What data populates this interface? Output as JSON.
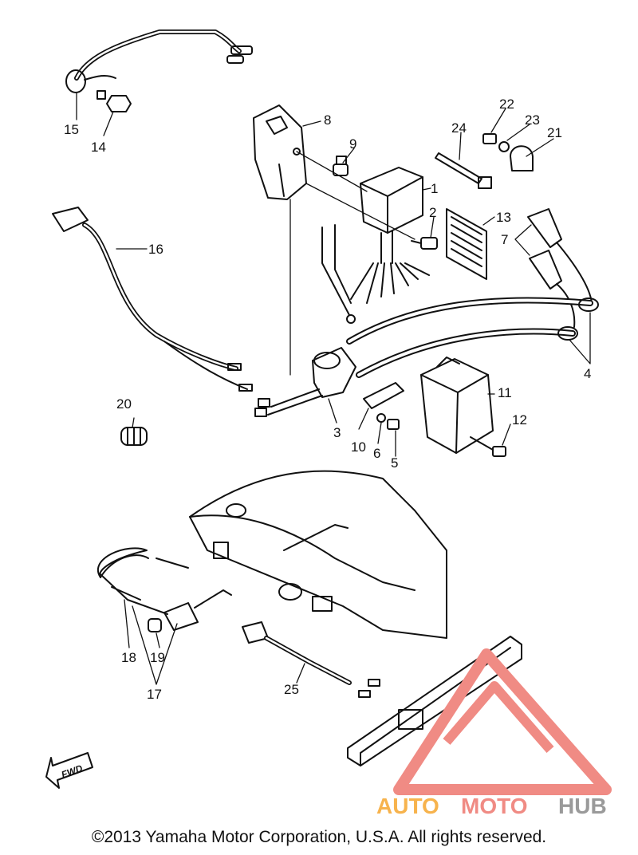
{
  "callouts": [
    "1",
    "2",
    "3",
    "4",
    "5",
    "6",
    "7",
    "8",
    "9",
    "10",
    "11",
    "12",
    "13",
    "14",
    "15",
    "16",
    "17",
    "18",
    "19",
    "20",
    "21",
    "22",
    "23",
    "24",
    "25"
  ],
  "fwd_label": "FWD",
  "watermark": {
    "part1": "AUTO",
    "part2": "MOTO",
    "part3": "HUB"
  },
  "colors": {
    "line": "#111111",
    "watermark_red": "#f08b84",
    "watermark_orange": "#f7b34d",
    "watermark_grey": "#9a9a9a"
  },
  "copyright": "©2013 Yamaha Motor Corporation, U.S.A. All rights reserved."
}
